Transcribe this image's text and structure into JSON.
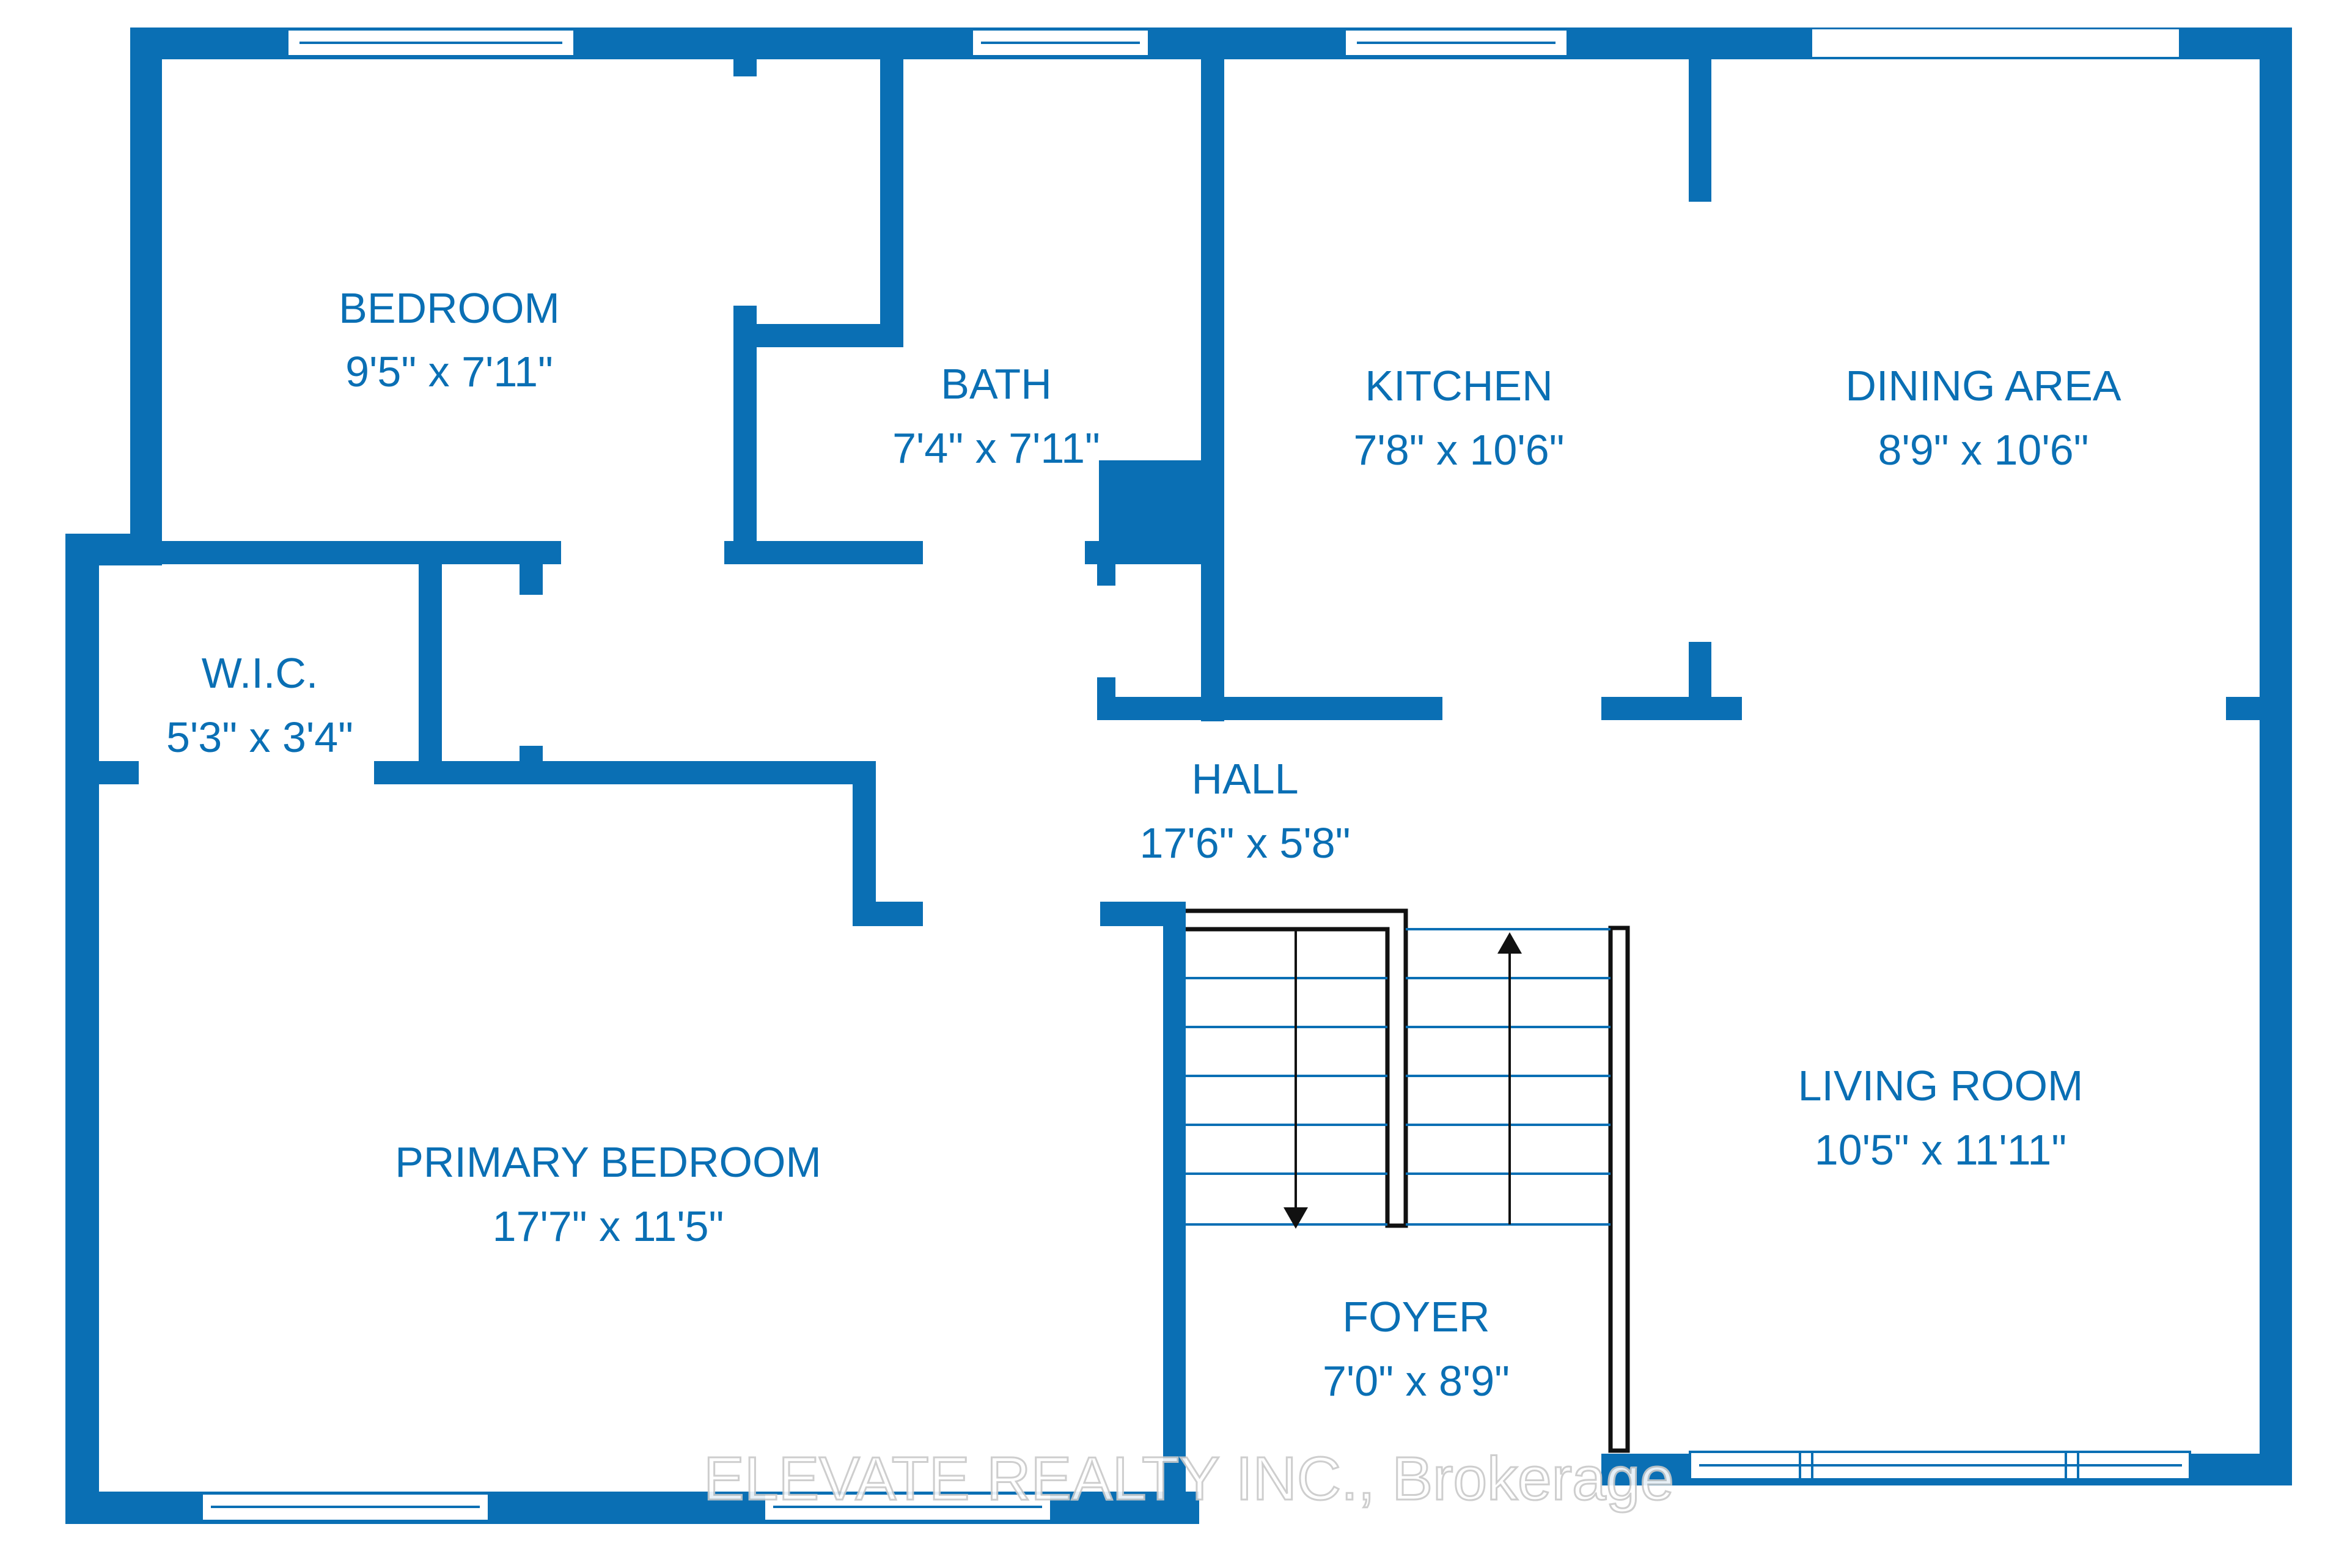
{
  "colors": {
    "wall": "#0a6fb4",
    "background": "#ffffff",
    "label": "#0a6fb4"
  },
  "rooms": {
    "bedroom": {
      "name": "BEDROOM",
      "size": "9'5\" x 7'11\""
    },
    "bath": {
      "name": "BATH",
      "size": "7'4\" x 7'11\""
    },
    "kitchen": {
      "name": "KITCHEN",
      "size": "7'8\" x 10'6\""
    },
    "dining": {
      "name": "DINING AREA",
      "size": "8'9\" x 10'6\""
    },
    "wic": {
      "name": "W.I.C.",
      "size": "5'3\" x 3'4\""
    },
    "hall": {
      "name": "HALL",
      "size": "17'6\" x 5'8\""
    },
    "living": {
      "name": "LIVING ROOM",
      "size": "10'5\" x 11'11\""
    },
    "primary": {
      "name": "PRIMARY BEDROOM",
      "size": "17'7\" x 11'5\""
    },
    "foyer": {
      "name": "FOYER",
      "size": "7'0\" x 8'9\""
    }
  },
  "watermark": "ELEVATE REALTY INC., Brokerage"
}
